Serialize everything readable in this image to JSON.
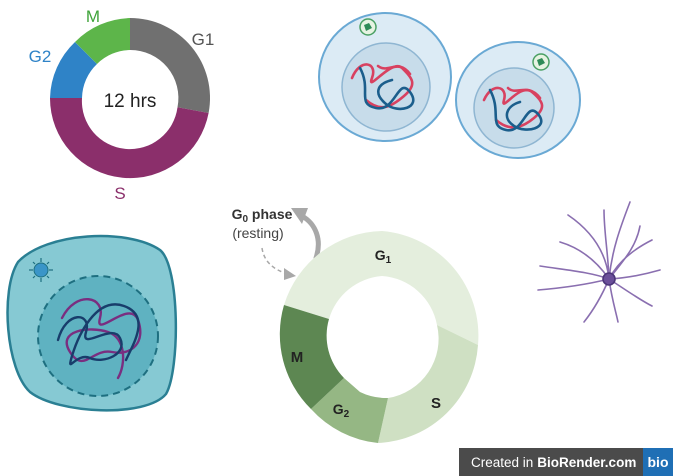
{
  "colors": {
    "m_phase": "#5db54a",
    "g1_phase": "#707070",
    "g2_phase": "#2f83c7",
    "s_phase": "#8b2f6b",
    "dna_red": "#d84160",
    "dna_blue": "#1b5e8c",
    "cell_fill": "#dcebf5",
    "cell_stroke": "#6aa9d4",
    "purple_dna": "#7a2e80",
    "teal_cell": "#7fc8d3",
    "teal_stroke": "#2a7f93",
    "g0_green_light": "#e4eedd",
    "g0_green_mid": "#cfe0c3",
    "g0_green_dark": "#5d8752",
    "g0_green_m": "#95b784",
    "neuron": "#8a6fb0"
  },
  "fast_cycle": {
    "center_label": "12 hrs",
    "labels": {
      "m": "M",
      "g1": "G1",
      "g2": "G2",
      "s": "S"
    }
  },
  "g0_label": {
    "g": "G",
    "sub": "0",
    "phase": " phase",
    "resting": "(resting)"
  },
  "slow_cycle": {
    "g1": {
      "main": "G",
      "sub": "1"
    },
    "s": "S",
    "m": "M",
    "g2": {
      "main": "G",
      "sub": "2"
    }
  },
  "watermark": {
    "prefix": "Created in",
    "brand": "BioRender.com",
    "logo": "bio"
  }
}
